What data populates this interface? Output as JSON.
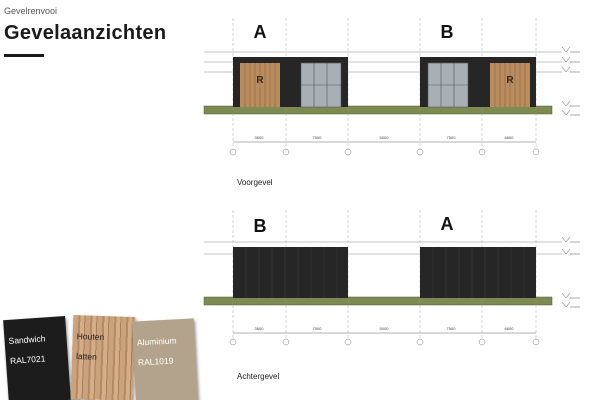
{
  "header": {
    "eyebrow": "Gevelrenvooi",
    "title": "Gevelaanzichten"
  },
  "front_view": {
    "label": "Voorgevel",
    "unit_left": "A",
    "unit_right": "B",
    "panel_marker": "R",
    "dimensions": [
      "3600",
      "7500",
      "5000",
      "7500",
      "6600"
    ]
  },
  "rear_view": {
    "label": "Achtergevel",
    "unit_left": "B",
    "unit_right": "A",
    "dimensions": [
      "3600",
      "7500",
      "5000",
      "7500",
      "6600"
    ]
  },
  "materials": [
    {
      "name": "Sandwich",
      "code": "RAL7021",
      "color": "#1c1c1c"
    },
    {
      "name": "Houten",
      "code": "latten",
      "color": "#c49a72"
    },
    {
      "name": "Aluminium",
      "code": "RAL1019",
      "color": "#b4a38c"
    }
  ]
}
